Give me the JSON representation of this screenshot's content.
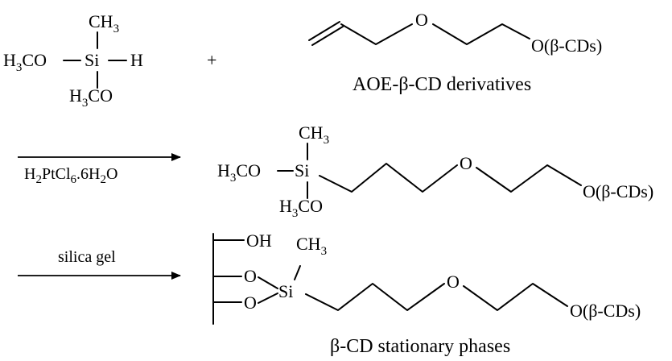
{
  "reactant_silane": {
    "methyl": "CH",
    "methyl_sub": "3",
    "methoxy_left_h": "H",
    "methoxy_left_sub": "3",
    "methoxy_left_co": "CO",
    "si": "Si",
    "h": "H",
    "methoxy_bottom_h": "H",
    "methoxy_bottom_sub": "3",
    "methoxy_bottom_co": "CO"
  },
  "plus": "+",
  "reactant_allyl": {
    "ether_o": "O",
    "end_group": "O(β-CDs)",
    "caption": "AOE-β-CD derivatives"
  },
  "step1": {
    "cat_h": "H",
    "cat_h_sub": "2",
    "cat_ptcl": "PtCl",
    "cat_ptcl_sub": "6",
    "cat_mid": ".6H",
    "cat_mid_sub": "2",
    "cat_o": "O"
  },
  "intermediate": {
    "methyl": "CH",
    "methyl_sub": "3",
    "methoxy_left_h": "H",
    "methoxy_left_sub": "3",
    "methoxy_left_co": "CO",
    "si": "Si",
    "methoxy_bottom_h": "H",
    "methoxy_bottom_sub": "3",
    "methoxy_bottom_co": "CO",
    "ether_o": "O",
    "end_group": "O(β-CDs)"
  },
  "step2": {
    "reagent": "silica gel"
  },
  "product": {
    "oh": "OH",
    "methyl": "CH",
    "methyl_sub": "3",
    "o_top": "O",
    "o_bottom": "O",
    "si": "Si",
    "ether_o": "O",
    "end_group": "O(β-CDs)",
    "caption": "β-CD stationary phases"
  }
}
